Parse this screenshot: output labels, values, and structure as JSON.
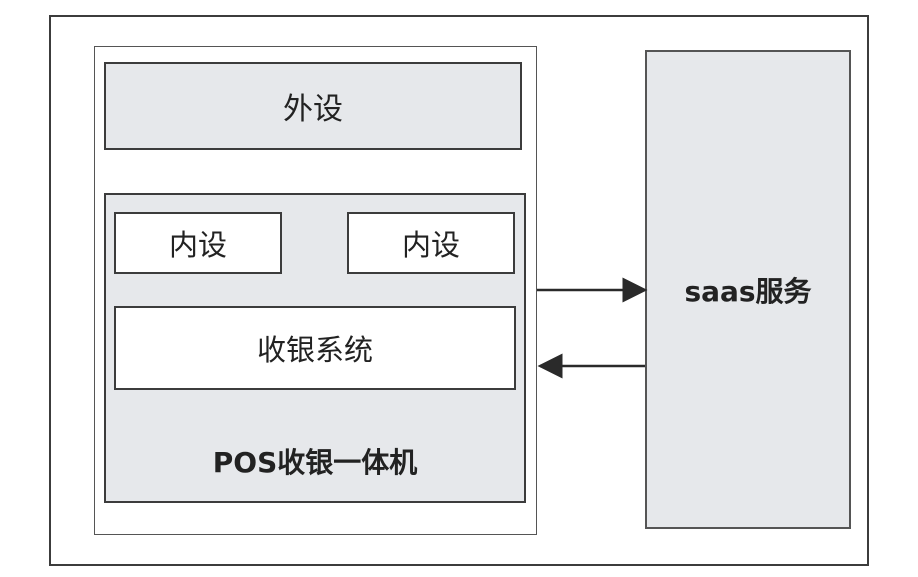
{
  "diagram": {
    "peripheral_label": "外设",
    "internal_device_1_label": "内设",
    "internal_device_2_label": "内设",
    "cashier_system_label": "收银系统",
    "pos_machine_label": "POS收银一体机",
    "saas_service_label": "saas服务",
    "colors": {
      "box_fill": "#e6e8eb",
      "border": "#3c3c3c",
      "white_fill": "#ffffff",
      "arrow": "#2a2a2a"
    },
    "connections": [
      {
        "from": "pos_machine",
        "to": "saas_service",
        "direction": "right"
      },
      {
        "from": "saas_service",
        "to": "pos_machine",
        "direction": "left"
      }
    ]
  }
}
